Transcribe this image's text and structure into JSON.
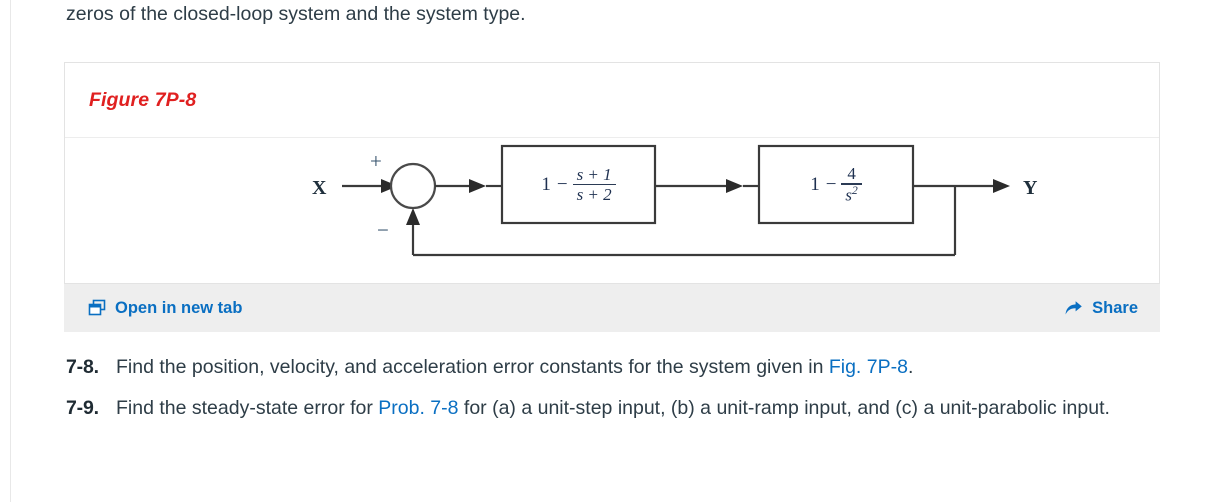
{
  "page": {
    "intro_text": "zeros of the closed-loop system and the system type."
  },
  "figure": {
    "caption": "Figure 7P-8",
    "caption_color": "#e02020",
    "diagram": {
      "type": "block-diagram",
      "input_label": "X",
      "output_label": "Y",
      "summing_junction": {
        "positive_sign": "+",
        "negative_sign": "−"
      },
      "blocks": [
        {
          "name": "block-1",
          "expression": "1 − (s + 1)/(s + 2)",
          "leading": "1",
          "operator": "−",
          "numerator": "s + 1",
          "denominator": "s + 2"
        },
        {
          "name": "block-2",
          "expression": "1 − 4/s²",
          "leading": "1",
          "operator": "−",
          "numerator": "4",
          "denominator": "s",
          "denominator_exponent": "2"
        }
      ],
      "feedback": "unity negative feedback from output Y to summing junction"
    },
    "actions": {
      "open_in_new_tab": "Open in new tab",
      "share": "Share",
      "link_color": "#0a6fc2",
      "bar_background": "#eeeeee"
    }
  },
  "problems": [
    {
      "number": "7-8.",
      "parts": [
        {
          "type": "text",
          "value": "Find the position, velocity, and acceleration error constants for the system given in "
        },
        {
          "type": "link",
          "value": "Fig. 7P-8"
        },
        {
          "type": "text",
          "value": "."
        }
      ],
      "text_before_link": "Find the position, velocity, and acceleration error constants for the system given in ",
      "link_text": "Fig. 7P-8",
      "text_after_link": "."
    },
    {
      "number": "7-9.",
      "parts": [
        {
          "type": "text",
          "value": "Find the steady-state error for "
        },
        {
          "type": "link",
          "value": "Prob. 7-8"
        },
        {
          "type": "text",
          "value": " for (a) a unit-step input, (b) a unit-ramp input, and (c) a unit-parabolic input."
        }
      ],
      "text_before_link": "Find the steady-state error for ",
      "link_text": "Prob. 7-8",
      "text_after_link": " for (a) a unit-step input, (b) a unit-ramp input, and (c) a unit-parabolic input."
    }
  ]
}
